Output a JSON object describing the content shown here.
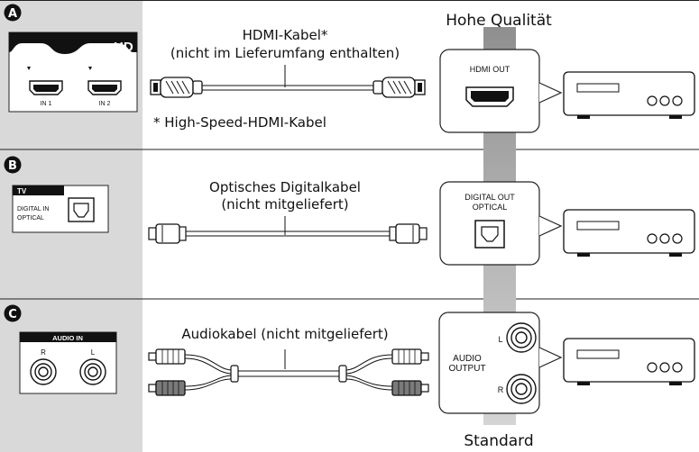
{
  "quality": {
    "high_label": "Hohe Qualität",
    "standard_label": "Standard"
  },
  "sections": {
    "A": {
      "badge": "A",
      "tv_panel": {
        "logo_fragment": "HD",
        "port1_label": "IN 1",
        "port2_label": "IN 2"
      },
      "cable_title": "HDMI-Kabel*",
      "cable_subtitle": "(nicht im Lieferumfang enthalten)",
      "footnote": "* High-Speed-HDMI-Kabel",
      "device_port_label": "HDMI OUT"
    },
    "B": {
      "badge": "B",
      "tv_panel": {
        "header": "TV",
        "label_line1": "DIGITAL IN",
        "label_line2": "OPTICAL"
      },
      "cable_title": "Optisches Digitalkabel",
      "cable_subtitle": "(nicht mitgeliefert)",
      "device_port_label_line1": "DIGITAL OUT",
      "device_port_label_line2": "OPTICAL"
    },
    "C": {
      "badge": "C",
      "tv_panel": {
        "header": "AUDIO IN",
        "right_label": "R",
        "left_label": "L"
      },
      "cable_title": "Audiokabel (nicht mitgeliefert)",
      "device_port_label_line1": "AUDIO",
      "device_port_label_line2": "OUTPUT",
      "device_left_label": "L",
      "device_right_label": "R"
    }
  },
  "colors": {
    "panel_gray": "#d9d9d9",
    "bar_gray": "#9a9a9a",
    "bar_light": "#c8c8c8",
    "ink": "#111111"
  }
}
